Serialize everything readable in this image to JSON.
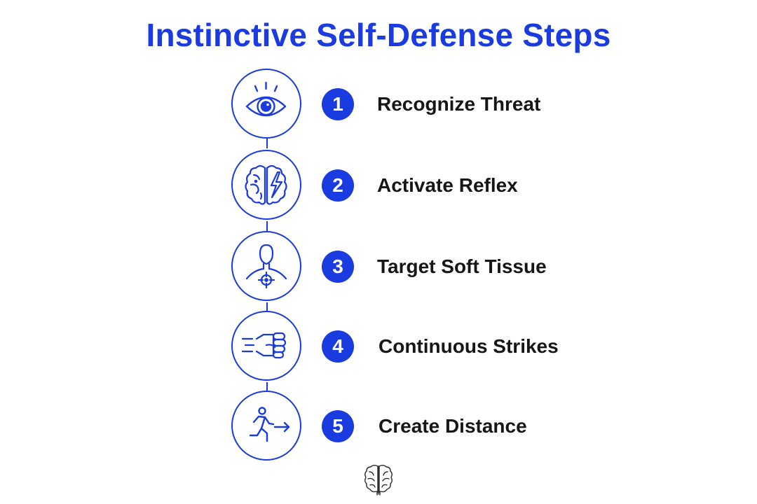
{
  "title": "Instinctive Self-Defense Steps",
  "accent_color": "#1a3be0",
  "steps": [
    {
      "number": "1",
      "label": "Recognize Threat",
      "icon": "eye-icon"
    },
    {
      "number": "2",
      "label": "Activate Reflex",
      "icon": "brain-lightning-icon"
    },
    {
      "number": "3",
      "label": "Target Soft Tissue",
      "icon": "person-target-icon"
    },
    {
      "number": "4",
      "label": "Continuous Strikes",
      "icon": "fist-icon"
    },
    {
      "number": "5",
      "label": "Create Distance",
      "icon": "running-person-icon"
    }
  ],
  "footer_icon": "brain-logo-icon"
}
